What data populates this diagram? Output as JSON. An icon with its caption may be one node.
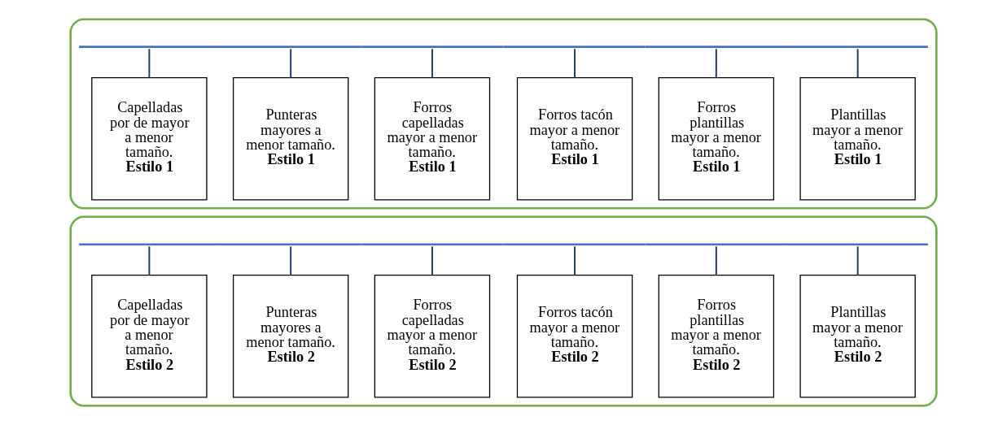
{
  "diagram": {
    "nodes": [
      {
        "text": [],
        "shape": "box"
      },
      {
        "text": [],
        "shape": "bar",
        "in": 0
      },
      {
        "text": [
          "Capelladas por de mayor a menor tamaño.",
          "Estilo 1"
        ],
        "in": 0
      },
      {
        "text": [
          "Punteras mayores a menor tamaño.",
          "Estilo 1"
        ],
        "in": 0
      },
      {
        "text": [
          "Forros capelladas mayor a menor tamaño.",
          "Estilo 1"
        ],
        "in": 0
      },
      {
        "text": [
          "Forros tacón mayor a menor tamaño.",
          "Estilo 1"
        ],
        "in": 0
      },
      {
        "text": [
          "Forros plantillas mayor a menor tamaño.",
          "Estilo 1"
        ],
        "in": 0
      },
      {
        "text": [
          "Plantillas mayor a menor tamaño.",
          "Estilo 1"
        ],
        "in": 0
      },
      {
        "text": [],
        "shape": "box"
      },
      {
        "text": [],
        "shape": "bar",
        "in": 8
      },
      {
        "text": [
          "Capelladas por de mayor a menor tamaño.",
          "Estilo 2"
        ],
        "in": 8
      },
      {
        "text": [
          "Punteras mayores a menor tamaño.",
          "Estilo 2"
        ],
        "in": 8
      },
      {
        "text": [
          "Forros capelladas mayor a menor tamaño.",
          "Estilo 2"
        ],
        "in": 8
      },
      {
        "text": [
          "Forros tacón mayor a menor tamaño.",
          "Estilo 2"
        ],
        "in": 8
      },
      {
        "text": [
          "Forros plantillas mayor a menor tamaño.",
          "Estilo 2"
        ],
        "in": 8
      },
      {
        "text": [
          "Plantillas mayor a menor tamaño.",
          "Estilo 2"
        ],
        "in": 8
      }
    ],
    "edges": [
      {
        "from": 1,
        "to": 2,
        "arrow": "none"
      },
      {
        "from": 1,
        "to": 3,
        "arrow": "none"
      },
      {
        "from": 1,
        "to": 4,
        "arrow": "none"
      },
      {
        "from": 1,
        "to": 5,
        "arrow": "none"
      },
      {
        "from": 1,
        "to": 6,
        "arrow": "none"
      },
      {
        "from": 1,
        "to": 7,
        "arrow": "none"
      },
      {
        "from": 9,
        "to": 10,
        "arrow": "none"
      },
      {
        "from": 9,
        "to": 11,
        "arrow": "none"
      },
      {
        "from": 9,
        "to": 12,
        "arrow": "none"
      },
      {
        "from": 9,
        "to": 13,
        "arrow": "none"
      },
      {
        "from": 9,
        "to": 14,
        "arrow": "none"
      },
      {
        "from": 9,
        "to": 15,
        "arrow": "none"
      }
    ]
  }
}
